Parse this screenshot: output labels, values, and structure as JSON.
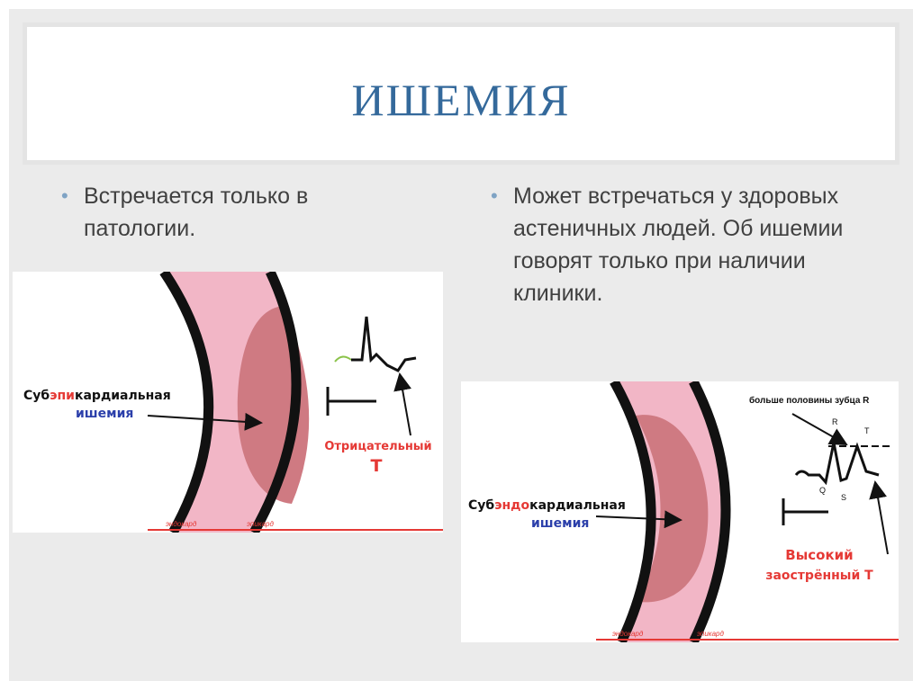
{
  "title": "ИШЕМИЯ",
  "left_bullet": "Встречается только в патологии.",
  "right_bullet": "Может встречаться у здоровых астеничных людей. Об ишемии говорят только при наличии клиники.",
  "figure1": {
    "label_prefix": "Суб",
    "label_highlight": "эпи",
    "label_suffix": "кардиальная",
    "label_line2": "ишемия",
    "t_label_line1": "Отрицательный",
    "t_label_line2": "Т",
    "endo": "эндокард",
    "epi": "эпикард"
  },
  "figure2": {
    "label_prefix": "Суб",
    "label_highlight": "эндо",
    "label_suffix": "кардиальная",
    "label_line2": "ишемия",
    "note": "больше половины зубца R",
    "r": "R",
    "t": "T",
    "q": "Q",
    "s": "S",
    "t_label_line1": "Высокий",
    "t_label_line2": "заострённый Т",
    "endo": "эндокард",
    "epi": "эпикард"
  },
  "colors": {
    "title": "#34699b",
    "red_label": "#e53935",
    "blue_label": "#2b3faa",
    "wall": "#f2b6c6",
    "ischemia": "#cf7a82"
  }
}
